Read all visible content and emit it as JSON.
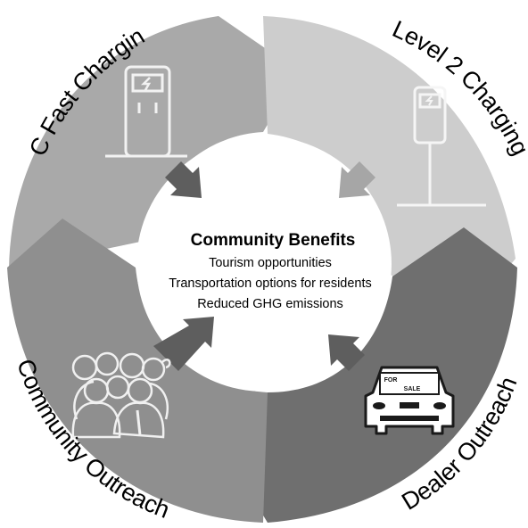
{
  "segments": [
    {
      "label": "DC Fast Charging",
      "fill": "#a9a9a9"
    },
    {
      "label": "Level 2 Charging",
      "fill": "#cdcdcd"
    },
    {
      "label": "Dealer Outreach",
      "fill": "#6f6f6f"
    },
    {
      "label": "Community Outreach",
      "fill": "#8f8f8f"
    }
  ],
  "center": {
    "title": "Community Benefits",
    "lines": [
      "Tourism opportunities",
      "Transportation options for residents",
      "Reduced GHG emissions"
    ]
  },
  "car_sign": {
    "top": "FOR",
    "bottom": "SALE"
  },
  "colors": {
    "arrow": "#5e5e5e",
    "center": "#ffffff",
    "text": "#000000"
  }
}
